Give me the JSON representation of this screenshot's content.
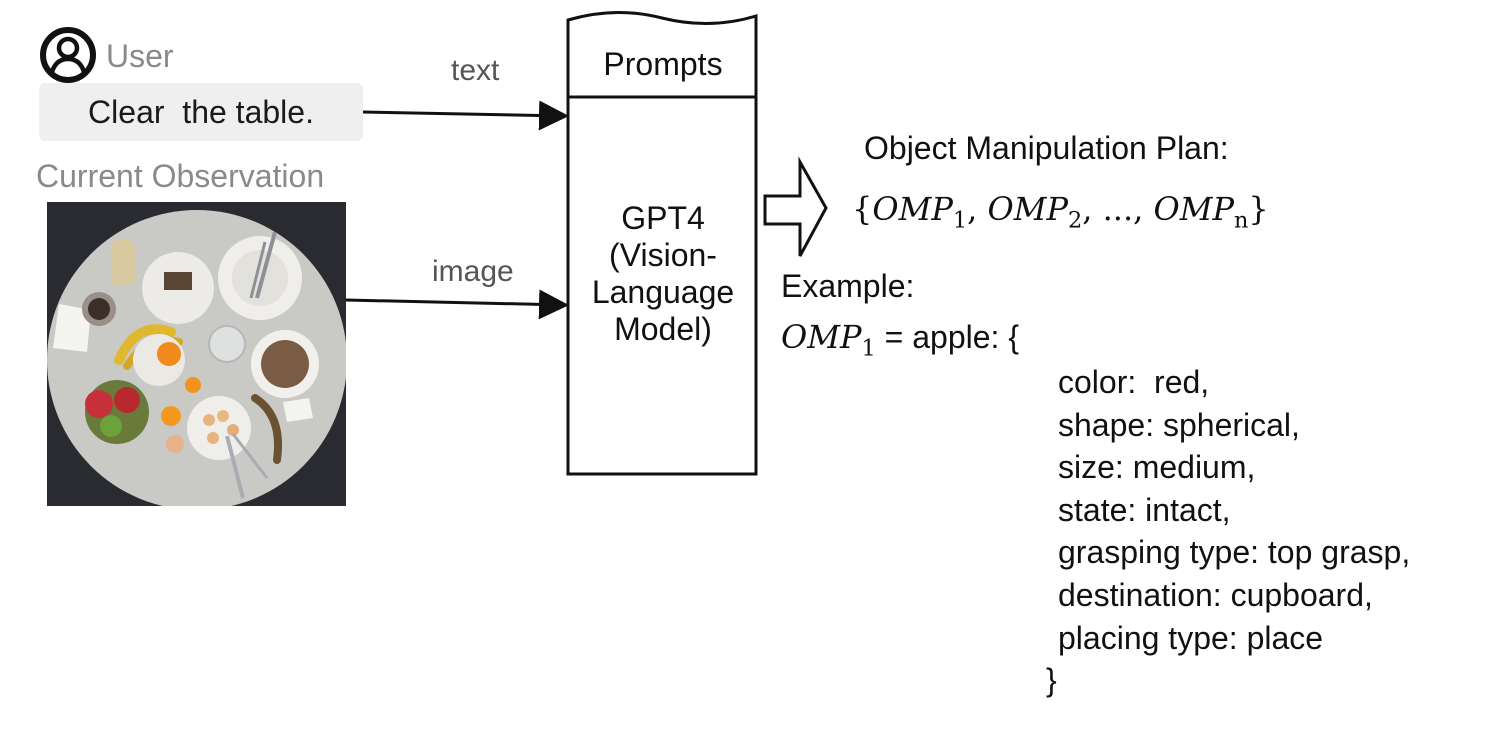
{
  "user": {
    "icon": "user-icon",
    "label": "User",
    "instruction": "Clear  the table."
  },
  "observation": {
    "label": "Current Observation",
    "image_description_icon": "table-photo"
  },
  "arrows": {
    "text_label": "text",
    "image_label": "image"
  },
  "model_box": {
    "header": "Prompts",
    "lines": [
      "GPT4",
      "(Vision-",
      "Language",
      "Model)"
    ]
  },
  "plan": {
    "title": "Object Manipulation Plan:",
    "set_open": "{",
    "set_items": [
      {
        "name": "OMP",
        "sub": "1",
        "sep": ", "
      },
      {
        "name": "OMP",
        "sub": "2",
        "sep": ", "
      },
      {
        "name": "...",
        "sub": "",
        "sep": ", "
      },
      {
        "name": "OMP",
        "sub": "n",
        "sep": ""
      }
    ],
    "set_close": "}"
  },
  "example": {
    "label": "Example:",
    "var_name": "OMP",
    "var_sub": "1",
    "assign": " = apple: {",
    "attributes": [
      "color:  red,",
      "shape: spherical,",
      "size: medium,",
      "state: intact,",
      "grasping type: top grasp,",
      "destination: cupboard,",
      "placing type: place"
    ],
    "close": "}"
  }
}
